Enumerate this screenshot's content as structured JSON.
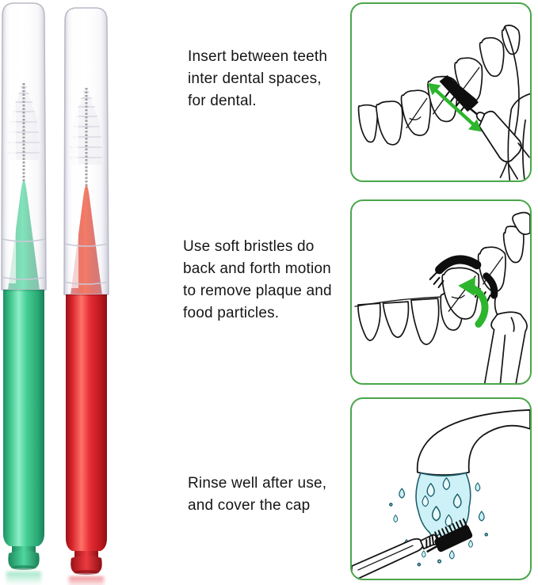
{
  "page": {
    "background": "#ffffff",
    "kind": "product-instruction-infographic"
  },
  "product": {
    "items": [
      {
        "name": "green interdental brush with clear cap",
        "handle_color": "#3fc98e"
      },
      {
        "name": "red interdental brush with clear cap",
        "handle_color": "#e02127"
      }
    ]
  },
  "steps": [
    {
      "index": 1,
      "lines": [
        "Insert between teeth",
        "inter dental spaces,",
        "for dental."
      ],
      "illustration": "brush inserted between teeth with in-out arrow"
    },
    {
      "index": 2,
      "lines": [
        "Use soft bristles do",
        "back and forth motion",
        "to remove plaque and",
        "food particles."
      ],
      "illustration": "brush bent around tooth with curved motion arrow"
    },
    {
      "index": 3,
      "lines": [
        "Rinse well after use,",
        "and cover the cap"
      ],
      "illustration": "brush rinsed under running faucet"
    }
  ],
  "colors": {
    "panel_border": "#4aa64a",
    "arrow_green": "#2db52d",
    "handle_green": "#3fc98e",
    "handle_red": "#e02127",
    "cap_clear": "#e9e9f1",
    "water_fill": "#cdf1f6",
    "water_outline": "#1a5f6c",
    "line_art": "#141414"
  }
}
